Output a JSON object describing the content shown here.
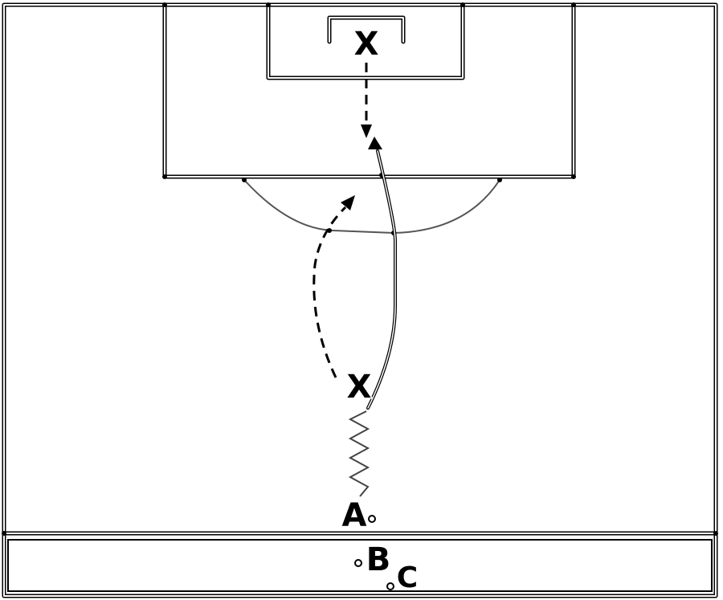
{
  "diagram": {
    "background": "#ffffff",
    "line_color": "#000000",
    "players": {
      "goalkeeper": "X",
      "defender": "X",
      "attacker_a": "A",
      "teammate_b": "B",
      "teammate_c": "C"
    }
  }
}
